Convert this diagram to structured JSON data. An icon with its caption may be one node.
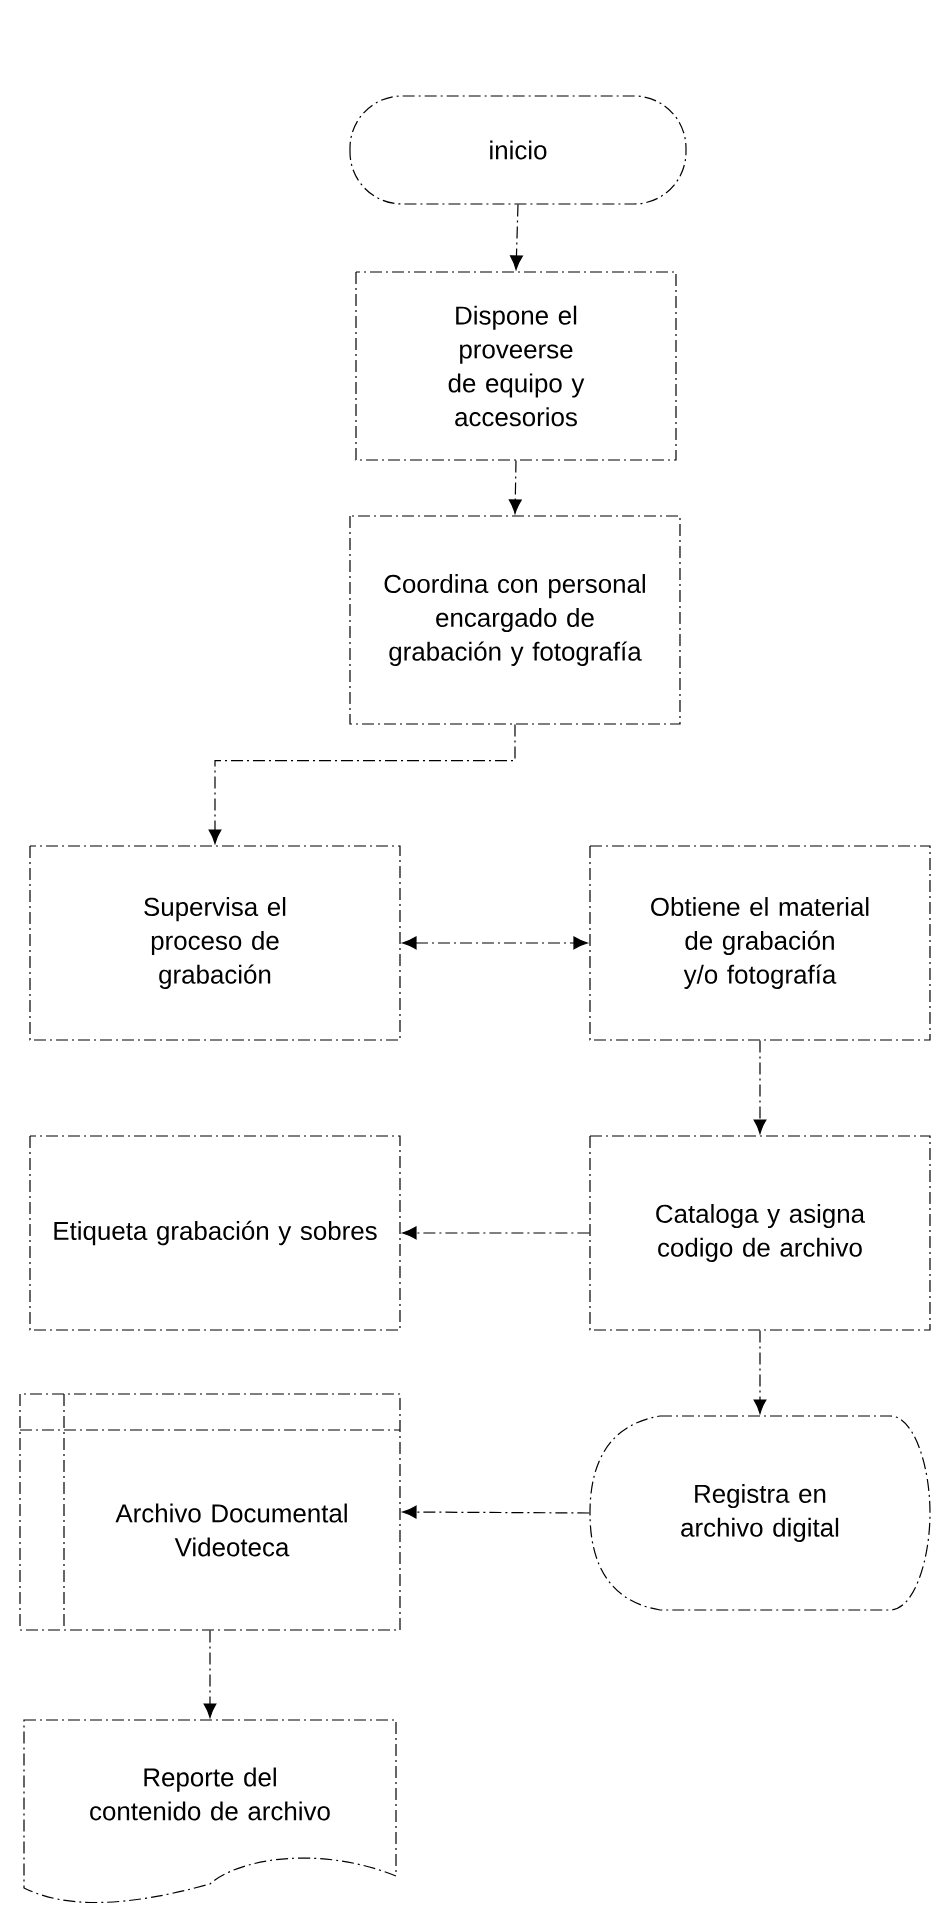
{
  "diagram": {
    "nodes": [
      {
        "text": [
          "inicio"
        ]
      },
      {
        "text": [
          "Dispone el proveerse de equipo y accesorios"
        ]
      },
      {
        "text": [
          "Coordina con personal encargado de grabación y fotografía"
        ]
      },
      {
        "text": [
          "Supervisa el proceso de grabación"
        ]
      },
      {
        "text": [
          "Obtiene el material de grabación y/o fotografía"
        ]
      },
      {
        "text": [
          "Etiqueta grabación y sobres"
        ]
      },
      {
        "text": [
          "Cataloga y asigna codigo de archivo"
        ]
      },
      {
        "text": [
          "Registra en archivo digital"
        ]
      },
      {
        "text": [
          "Archivo Documental Videoteca"
        ]
      },
      {
        "text": [
          "Reporte del contenido de archivo"
        ]
      }
    ],
    "edges": [
      {
        "from": 0,
        "to": 1,
        "arrow": "to"
      },
      {
        "from": 1,
        "to": 2,
        "arrow": "to"
      },
      {
        "from": 2,
        "to": 3,
        "arrow": "to"
      },
      {
        "from": 3,
        "to": 4,
        "arrow": "both"
      },
      {
        "from": 4,
        "to": 6,
        "arrow": "to"
      },
      {
        "from": 6,
        "to": 5,
        "arrow": "to"
      },
      {
        "from": 6,
        "to": 7,
        "arrow": "to"
      },
      {
        "from": 7,
        "to": 8,
        "arrow": "to"
      },
      {
        "from": 8,
        "to": 9,
        "arrow": "to"
      }
    ]
  }
}
